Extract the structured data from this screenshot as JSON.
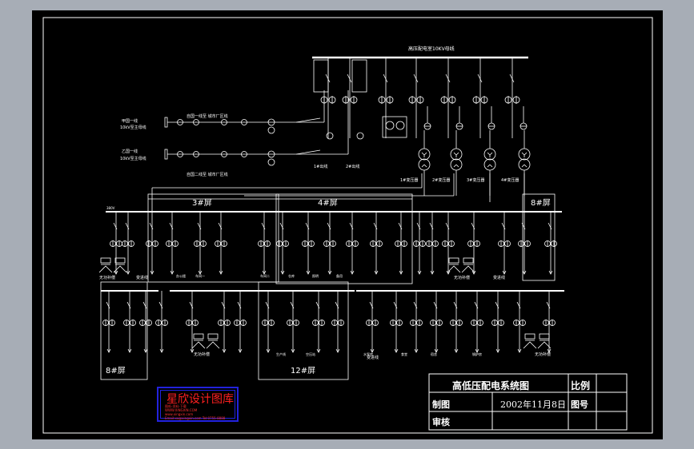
{
  "diagram": {
    "bus_top": "高压配电室10KV母线",
    "incoming1": "甲国一线",
    "incoming1_sub": "10kV至主母线",
    "incoming2": "乙国一线",
    "incoming2_sub": "10kV至主母线",
    "route1": "自国一线至 城市厂区线",
    "route2": "自国二线至 城市厂区线",
    "feeder1": "1#出线",
    "feeder2": "2#出线",
    "transformers": [
      "1#变压器",
      "2#变压器",
      "3#变压器",
      "4#变压器"
    ],
    "panels": {
      "p3": "3#屏",
      "p4": "4#屏",
      "p8a": "8#屏",
      "p8b": "8#屏",
      "p12": "12#屏"
    },
    "lv_bus": "380V",
    "cap_comp": "无功补偿",
    "incomer": "变进线",
    "bottom_labels": [
      "办公楼",
      "车间一",
      "车间二",
      "仓库",
      "照明",
      "备用",
      "生产线",
      "空压站",
      "水泵房",
      "食堂",
      "宿舍",
      "锅炉房"
    ]
  },
  "title_block": {
    "title": "高低压配电系统图",
    "scale_label": "比例",
    "drawn_label": "制图",
    "date": "2002年11月8日",
    "drawing_no_label": "图号",
    "check_label": "审核"
  },
  "logo": {
    "name": "星欣设计图库",
    "line1": "图纸-资料-下载",
    "line2": "WWW.XINGXIN.COM",
    "line3": "www.xingxin.com",
    "line4": "Email:xx@xingxin.com  Tel:0755-8888"
  },
  "colors": {
    "frame_bg": "#000000",
    "outer_bg": "#a7adb6",
    "line": "#ffffff",
    "logo_border": "#2222dd",
    "logo_text": "#ff2020"
  }
}
